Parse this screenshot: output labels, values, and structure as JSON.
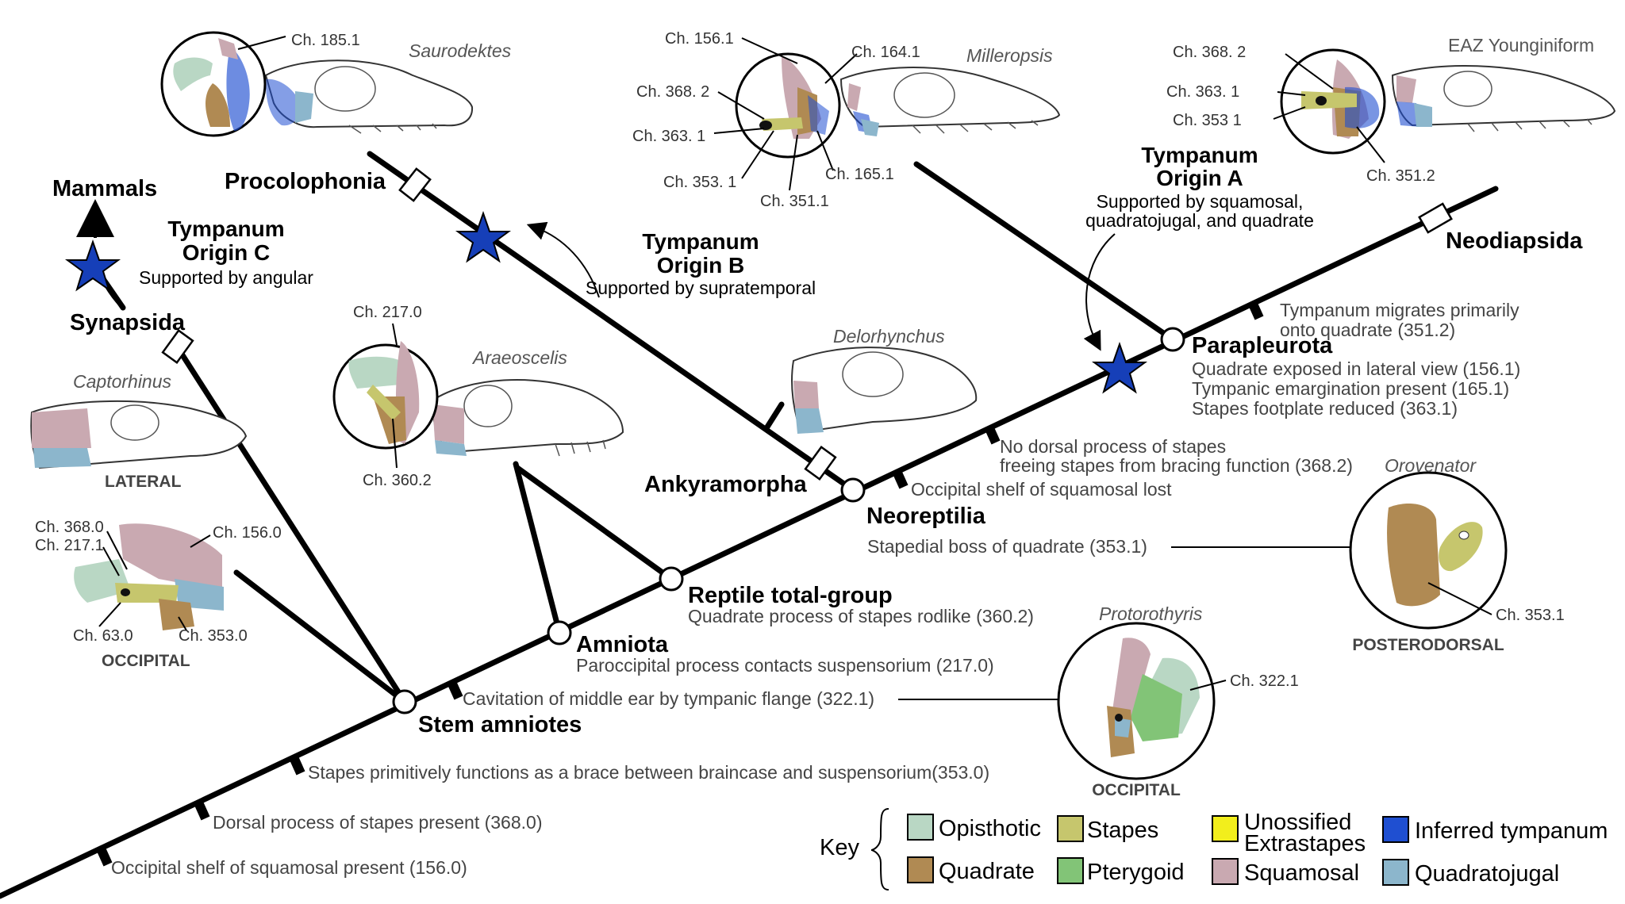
{
  "colors": {
    "opisthotic": "#b9d7c4",
    "quadrate": "#b08a53",
    "stapes": "#c6c66d",
    "pterygoid": "#82c477",
    "unossified_extrastapes": "#f2ee1c",
    "squamosal": "#c9a9b1",
    "inferred_tympanum": "#1f4fd1",
    "quadratojugal": "#8cb6cc",
    "star": "#163fb8"
  },
  "clades": {
    "mammals": "Mammals",
    "synapsida": "Synapsida",
    "procolophonia": "Procolophonia",
    "neodiapsida": "Neodiapsida",
    "parapleurota": "Parapleurota",
    "ankyramorpha": "Ankyramorpha",
    "neoreptilia": "Neoreptilia",
    "reptile_total_group": "Reptile total-group",
    "amniota": "Amniota",
    "stem_amniotes": "Stem amniotes"
  },
  "origins": {
    "a_title_1": "Tympanum",
    "a_title_2": "Origin A",
    "a_sub_1": "Supported by squamosal,",
    "a_sub_2": "quadratojugal, and quadrate",
    "b_title_1": "Tympanum",
    "b_title_2": "Origin B",
    "b_sub": "Supported by supratemporal",
    "c_title_1": "Tympanum",
    "c_title_2": "Origin C",
    "c_sub": "Supported by angular"
  },
  "apomorphies": {
    "tympanum_migrates_1": "Tympanum migrates primarily",
    "tympanum_migrates_2": "onto quadrate (351.2)",
    "quadrate_exposed": "Quadrate exposed in lateral view (156.1)",
    "tympanic_emargination": "Tympanic emargination present (165.1)",
    "stapes_footplate": "Stapes footplate reduced (363.1)",
    "no_dorsal_1": "No dorsal process of stapes",
    "no_dorsal_2": "freeing stapes from bracing function (368.2)",
    "occipital_shelf_lost": "Occipital shelf of squamosal lost",
    "stapedial_boss": "Stapedial boss of quadrate (353.1)",
    "quadrate_process": "Quadrate process of stapes rodlike (360.2)",
    "paroccipital": "Paroccipital process contacts suspensorium (217.0)",
    "cavitation": "Cavitation of middle ear by tympanic flange (322.1)",
    "brace": "Stapes primitively functions as a brace between braincase and suspensorium(353.0)",
    "dorsal_present": "Dorsal process of stapes present  (368.0)",
    "occipital_shelf_present": "Occipital shelf of squamosal present  (156.0)"
  },
  "taxa": {
    "saurodektes": "Saurodektes",
    "milleropsis": "Milleropsis",
    "eaz": "EAZ Younginiform",
    "captorhinus": "Captorhinus",
    "araeoscelis": "Araeoscelis",
    "delorhynchus": "Delorhynchus",
    "orovenator": "Orovenator",
    "protorothyris": "Protorothyris"
  },
  "views": {
    "lateral": "LATERAL",
    "occipital_left": "OCCIPITAL",
    "posterodorsal": "POSTERODORSAL",
    "occipital_right": "OCCIPITAL"
  },
  "characters": {
    "sau_185": "Ch. 185.1",
    "mil_156": "Ch. 156.1",
    "mil_164": "Ch. 164.1",
    "mil_368": "Ch. 368. 2",
    "mil_363": "Ch. 363. 1",
    "mil_353": "Ch. 353. 1",
    "mil_351": "Ch. 351.1",
    "mil_165": "Ch. 165.1",
    "eaz_368": "Ch. 368. 2",
    "eaz_363": "Ch. 363. 1",
    "eaz_353": "Ch. 353 1",
    "eaz_351": "Ch. 351.2",
    "ara_217": "Ch. 217.0",
    "ara_360": "Ch. 360.2",
    "cap_368": "Ch. 368.0",
    "cap_217": "Ch. 217.1",
    "cap_156": "Ch. 156.0",
    "cap_63": "Ch. 63.0",
    "cap_353": "Ch. 353.0",
    "oro_353": "Ch. 353.1",
    "pro_322": "Ch. 322.1"
  },
  "key": {
    "title": "Key",
    "items": [
      {
        "label": "Opisthotic",
        "color": "#b9d7c4"
      },
      {
        "label": "Quadrate",
        "color": "#b08a53"
      },
      {
        "label": "Stapes",
        "color": "#c6c66d"
      },
      {
        "label": "Pterygoid",
        "color": "#82c477"
      },
      {
        "label": "Unossified",
        "label2": "Extrastapes",
        "color": "#f2ee1c"
      },
      {
        "label": "Squamosal",
        "color": "#c9a9b1"
      },
      {
        "label": "Inferred tympanum",
        "color": "#1f4fd1"
      },
      {
        "label": "Quadratojugal",
        "color": "#8cb6cc"
      }
    ]
  }
}
